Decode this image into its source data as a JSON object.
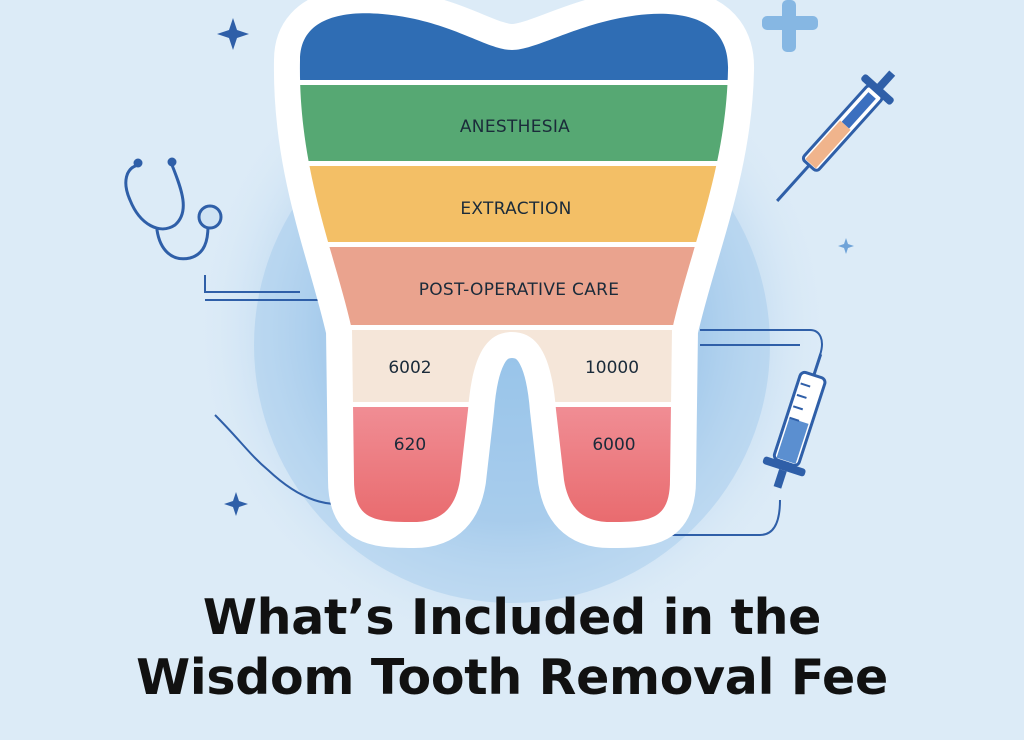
{
  "title": {
    "line1": "What’s Included in the",
    "line2": "Wisdom Tooth Removal Fee"
  },
  "bands": [
    {
      "label": "",
      "color": "#2f6db4"
    },
    {
      "label": "ANESTHESIA",
      "color": "#56a873"
    },
    {
      "label": "EXTRACTION",
      "color": "#f3bf66"
    },
    {
      "label": "POST-OPERATIVE CARE",
      "color": "#eaa38e"
    }
  ],
  "cost_rows": [
    {
      "left": "6002",
      "right": "10000",
      "color": "#f5e6d9"
    },
    {
      "left": "620",
      "right": "6000",
      "color": "#e8676a"
    }
  ],
  "icons": [
    "stethoscope-icon",
    "syringe-icon",
    "syringe-icon",
    "plus-icon",
    "sparkle-icon"
  ],
  "colors": {
    "background": "#dcebf7",
    "circle": "#a9cdec",
    "line_art": "#2f5fa8"
  }
}
